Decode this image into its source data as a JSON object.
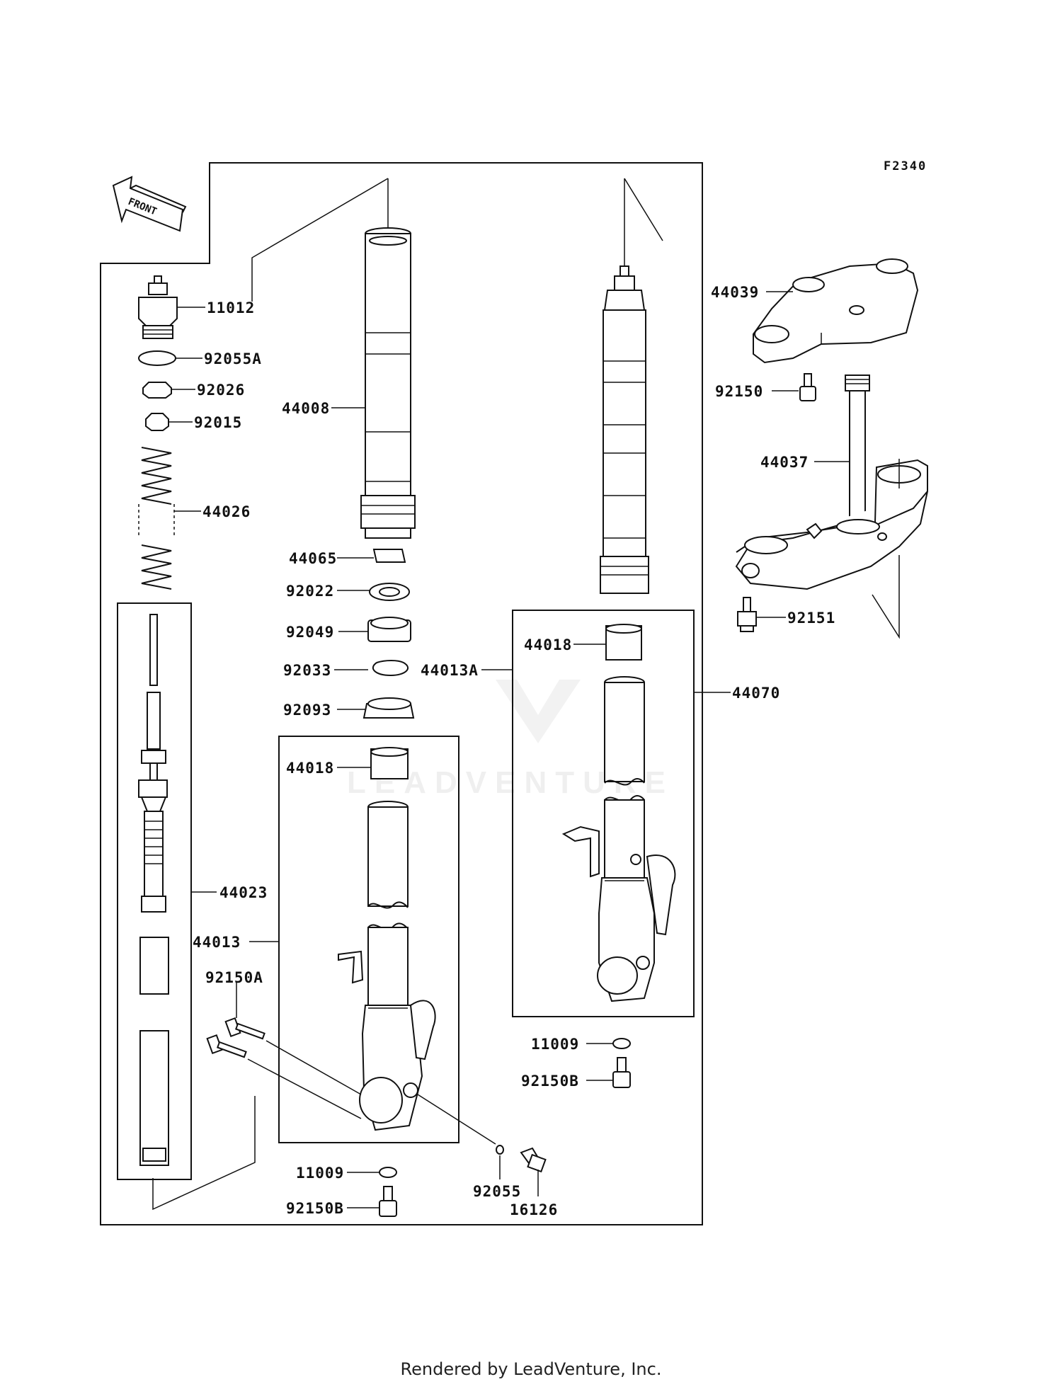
{
  "diagram_code": "F2340",
  "front_label": "FRONT",
  "watermark": "LEADVENTURE",
  "footer": "Rendered by LeadVenture, Inc.",
  "labels": {
    "p11012": "11012",
    "p92055A": "92055A",
    "p92026": "92026",
    "p92015": "92015",
    "p44026": "44026",
    "p44008": "44008",
    "p44065": "44065",
    "p92022": "92022",
    "p92049": "92049",
    "p92033": "92033",
    "p92093": "92093",
    "p44018a": "44018",
    "p44023": "44023",
    "p44013": "44013",
    "p92150A": "92150A",
    "p11009a": "11009",
    "p92150Ba": "92150B",
    "p92055": "92055",
    "p16126": "16126",
    "p44039": "44039",
    "p92150": "92150",
    "p44037": "44037",
    "p92151": "92151",
    "p44018b": "44018",
    "p44013A": "44013A",
    "p44070": "44070",
    "p11009b": "11009",
    "p92150Bb": "92150B"
  }
}
